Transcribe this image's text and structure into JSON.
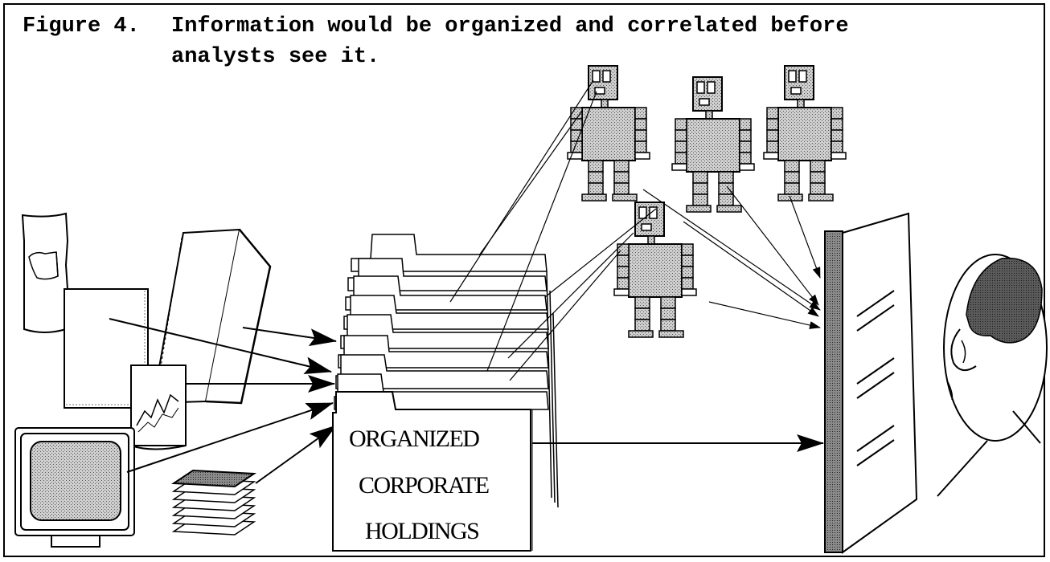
{
  "caption": {
    "figure_label": "Figure 4.",
    "line1": "Information would be organized and correlated before",
    "line2": "analysts see it."
  },
  "folder": {
    "line1": "ORGANIZED",
    "line2": "CORPORATE",
    "line3": "HOLDINGS"
  },
  "colors": {
    "ink": "#000000",
    "paper": "#ffffff",
    "stipple_light": "#c9c9c9",
    "stipple_dark": "#5a5a5a"
  },
  "icons": [
    "paper-bag-icon",
    "document-icon",
    "notebook-icon",
    "chart-page-icon",
    "computer-monitor-icon",
    "card-stack-icon",
    "robot-icon",
    "display-board-icon",
    "analyst-head-icon"
  ]
}
